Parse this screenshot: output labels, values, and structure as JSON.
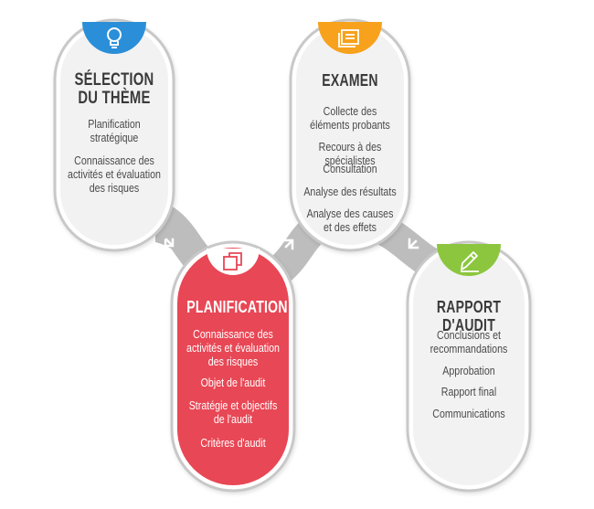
{
  "colors": {
    "red": "#e84655",
    "blue": "#2a8fd8",
    "orange": "#f7a11c",
    "green": "#8cc63e",
    "connector": "#b4b4b4",
    "card_border": "#c8c8c8"
  },
  "stages": [
    {
      "id": "selection",
      "icon": "lightbulb-icon",
      "title_lines": [
        "SÉLECTION",
        "DU THÈME"
      ],
      "items": [
        [
          "Planification",
          "stratégique"
        ],
        [
          "Connaissance des",
          "activités et évaluation",
          "des risques"
        ]
      ]
    },
    {
      "id": "planification",
      "icon": "stacked-squares-icon",
      "title_lines": [
        "PLANIFICATION"
      ],
      "items": [
        [
          "Connaissance des",
          "activités et évaluation",
          "des risques"
        ],
        [
          "Objet de l'audit"
        ],
        [
          "Stratégie et objectifs",
          "de l'audit"
        ],
        [
          "Critères d'audit"
        ]
      ]
    },
    {
      "id": "examen",
      "icon": "documents-icon",
      "title_lines": [
        "EXAMEN"
      ],
      "items": [
        [
          "Collecte des",
          "éléments probants"
        ],
        [
          "Recours à des spécialistes"
        ],
        [
          "Consultation"
        ],
        [
          "Analyse des résultats"
        ],
        [
          "Analyse des causes",
          "et des effets"
        ]
      ]
    },
    {
      "id": "rapport",
      "icon": "pencil-icon",
      "title_lines": [
        "RAPPORT D'AUDIT"
      ],
      "items": [
        [
          "Conclusions et",
          "recommandations"
        ],
        [
          "Approbation"
        ],
        [
          "Rapport final"
        ],
        [
          "Communications"
        ]
      ]
    }
  ]
}
